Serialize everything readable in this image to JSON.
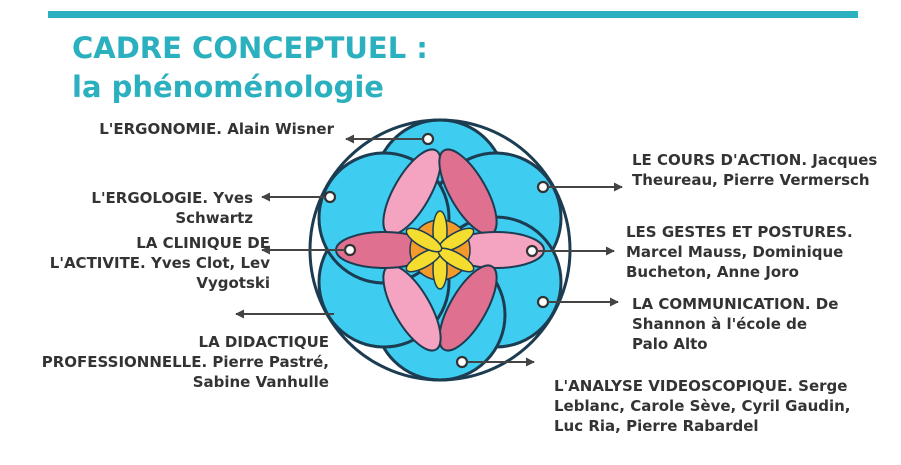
{
  "title": {
    "line1": "CADRE CONCEPTUEL :",
    "line2": "la phénoménologie"
  },
  "labels": {
    "ergonomie": [
      "L'ERGONOMIE. Alain Wisner"
    ],
    "ergologie": [
      "L'ERGOLOGIE. Yves",
      "Schwartz"
    ],
    "clinique": [
      "LA CLINIQUE DE",
      "L'ACTIVITE. Yves Clot, Lev",
      "Vygotski"
    ],
    "didactique": [
      "LA DIDACTIQUE",
      "PROFESSIONNELLE. Pierre Pastré,",
      "Sabine Vanhulle"
    ],
    "cours_action": [
      "LE COURS D'ACTION. Jacques",
      "Theureau, Pierre Vermersch"
    ],
    "gestes": [
      "LES GESTES ET POSTURES.",
      "Marcel Mauss, Dominique",
      "Bucheton, Anne Joro"
    ],
    "communication": [
      "LA COMMUNICATION. De",
      "Shannon à l'école de",
      "Palo Alto"
    ],
    "analyse": [
      "L'ANALYSE VIDEOSCOPIQUE. Serge",
      "Leblanc, Carole Sève, Cyril Gaudin,",
      "Luc Ria, Pierre Rabardel"
    ]
  },
  "colors": {
    "accent": "#2ab0bf",
    "cyan": "#3ecdf0",
    "pink": "#f4a3c0",
    "deep_pink": "#e0708f",
    "yellow": "#f5dd30",
    "orange": "#f39a2a",
    "outline": "#1c3c52",
    "text": "#333333"
  },
  "icons": {
    "flower": "flower-of-life-icon"
  }
}
